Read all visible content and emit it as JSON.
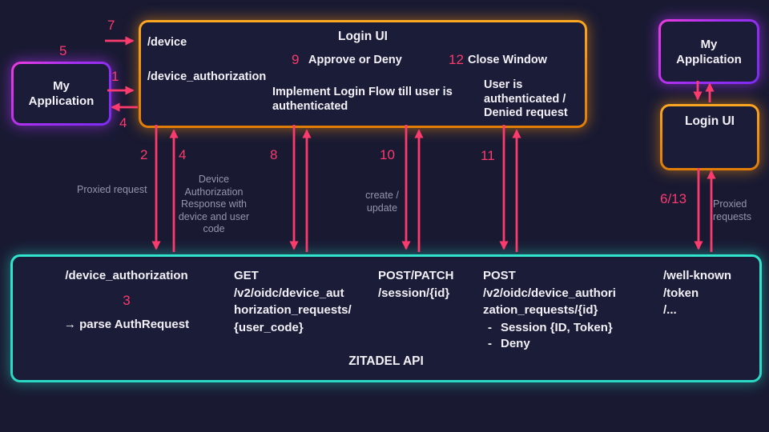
{
  "colors": {
    "pink": "#fb3a6d",
    "orange": "#ee8d0e",
    "purple": "#a42ff2",
    "teal": "#2de2ca",
    "background": "#191a32"
  },
  "nodes": {
    "left_app": {
      "label": "My\nApplication"
    },
    "right_app": {
      "label": "My\nApplication"
    },
    "right_login": {
      "label": "Login UI"
    },
    "login_ui": {
      "title": "Login UI",
      "endpoint_device": "/device",
      "endpoint_device_auth": "/device_authorization",
      "step9_num": "9",
      "step9_label": "Approve or Deny",
      "step12_num": "12",
      "step12_label": "Close Window",
      "flow_note": "Implement Login Flow till user is\nauthenticated",
      "status_note": "User is\nauthenticated /\nDenied request"
    },
    "api": {
      "title": "ZITADEL API",
      "col1_endpoint": "/device_authorization",
      "col1_num": "3",
      "col1_action": "→ parse AuthRequest",
      "col2": "GET\n/v2/oidc/device_aut\nhorization_requests/\n{user_code}",
      "col3": "POST/PATCH\n/session/{id}",
      "col4_head": "POST\n/v2/oidc/device_authori\nzation_requests/{id}",
      "bullet_dash": "-",
      "col4_bullets": [
        "Session {ID, Token}",
        "Deny"
      ],
      "col5": "/well-known\n/token\n/..."
    }
  },
  "arrow_labels": {
    "n5": "5",
    "n7": "7",
    "n1": "1",
    "n4_left": "4",
    "n2": "2",
    "n4_mid": "4",
    "n8": "8",
    "n10": "10",
    "n11": "11",
    "n6_13": "6/13"
  },
  "side_labels": {
    "proxied_request": "Proxied request",
    "device_auth_response": "Device\nAuthorization\nResponse with\ndevice and user\ncode",
    "create_update": "create /\nupdate",
    "proxied_requests": "Proxied\nrequests"
  }
}
